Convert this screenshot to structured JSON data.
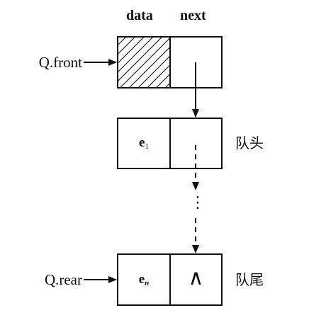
{
  "headers": {
    "data": "data",
    "next": "next"
  },
  "pointers": {
    "front": "Q.front",
    "rear": "Q.rear"
  },
  "nodes": {
    "first": {
      "main": "e",
      "sub": "1",
      "tag": "队头"
    },
    "last": {
      "main": "e",
      "sub": "n",
      "tag": "队尾",
      "next": "∧"
    }
  },
  "ellipsis": "⋮"
}
